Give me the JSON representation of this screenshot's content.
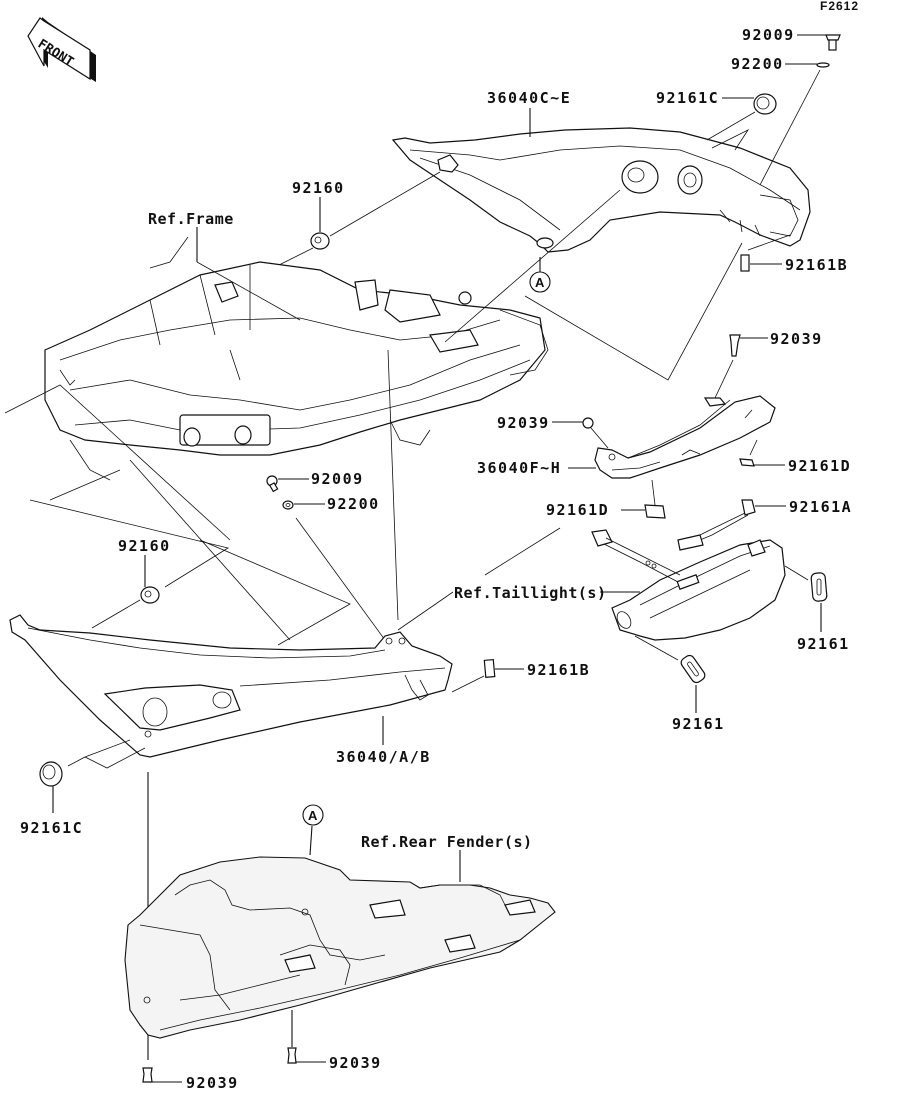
{
  "diagram": {
    "code": "F2612",
    "front_arrow": "FRONT",
    "callout_marker": "A",
    "references": {
      "frame": "Ref.Frame",
      "taillight": "Ref.Taillight(s)",
      "rear_fender": "Ref.Rear Fender(s)"
    },
    "parts": {
      "bolt_top": "92009",
      "washer_top": "92200",
      "grommet_top": "92161C",
      "upper_cover": "36040C~E",
      "damper_upper": "92160",
      "pad_b_upper": "92161B",
      "clip_upper": "92039",
      "clip_mid": "92039",
      "lower_trim": "36040F~H",
      "pad_d_right": "92161D",
      "pad_d_left": "92161D",
      "pad_a": "92161A",
      "bolt_mid": "92009",
      "washer_mid": "92200",
      "damper_lower": "92160",
      "pad_b_lower": "92161B",
      "grommet_tl_right": "92161",
      "grommet_tl_bottom": "92161",
      "side_cover": "36040/A/B",
      "grommet_lower": "92161C",
      "clip_fender_left": "92039",
      "clip_fender_right": "92039"
    }
  }
}
